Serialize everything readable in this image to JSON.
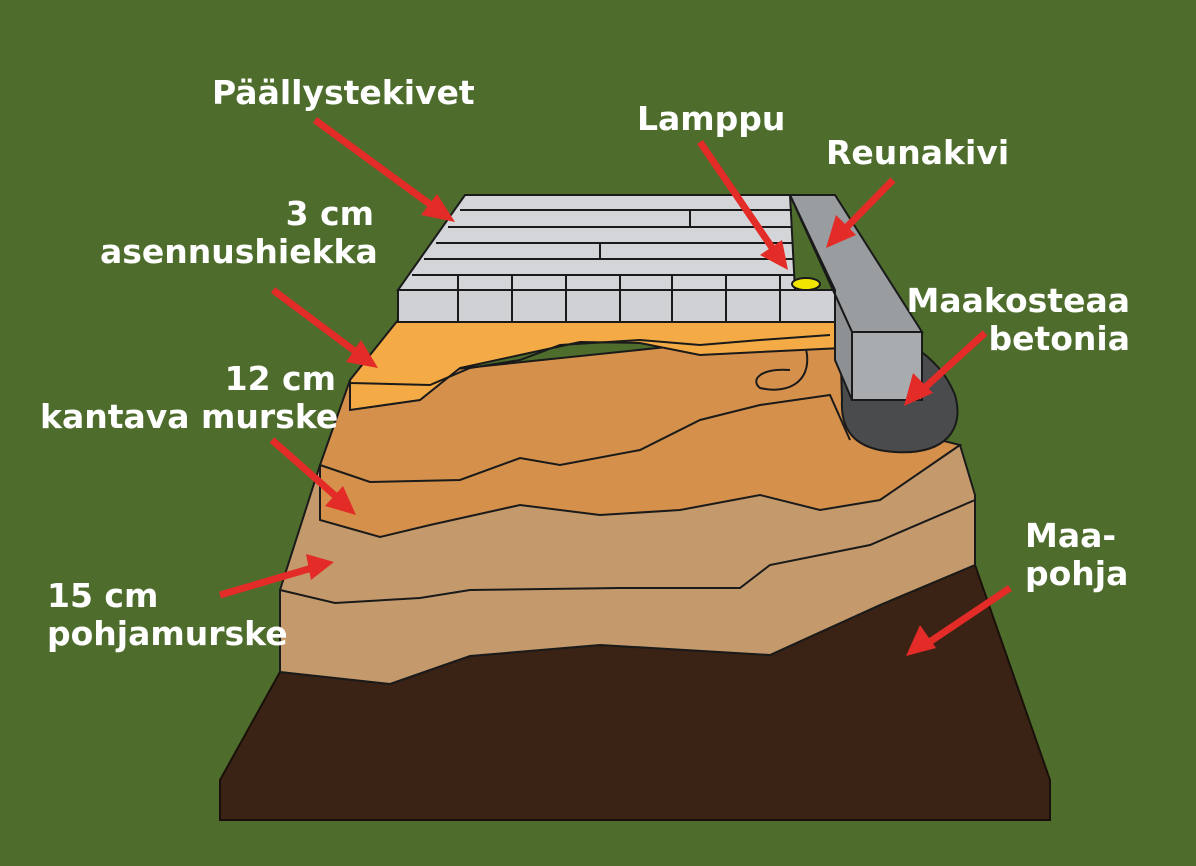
{
  "colors": {
    "background": "#4e6d2c",
    "paving_stones": "#d3d5d8",
    "curb_stone": "#9a9da0",
    "concrete": "#4a4b4d",
    "lamp": "#f2e600",
    "installation_sand": "#f4ab45",
    "bearing_gravel": "#d5914c",
    "base_gravel": "#c49a6c",
    "subsoil": "#3a2315",
    "arrow": "#e32b27",
    "label_text": "#ffffff"
  },
  "labels": {
    "paving_stones": "Päällystekivet",
    "lamp": "Lamppu",
    "curb_stone": "Reunakivi",
    "sand_line1": "3 cm",
    "sand_line2": "asennushiekka",
    "concrete_line1": "Maakosteaa",
    "concrete_line2": "betonia",
    "bearing_line1": "12 cm",
    "bearing_line2": "kantava murske",
    "subsoil_line1": "Maa-",
    "subsoil_line2": "pohja",
    "base_line1": "15 cm",
    "base_line2": "pohjamurske"
  }
}
